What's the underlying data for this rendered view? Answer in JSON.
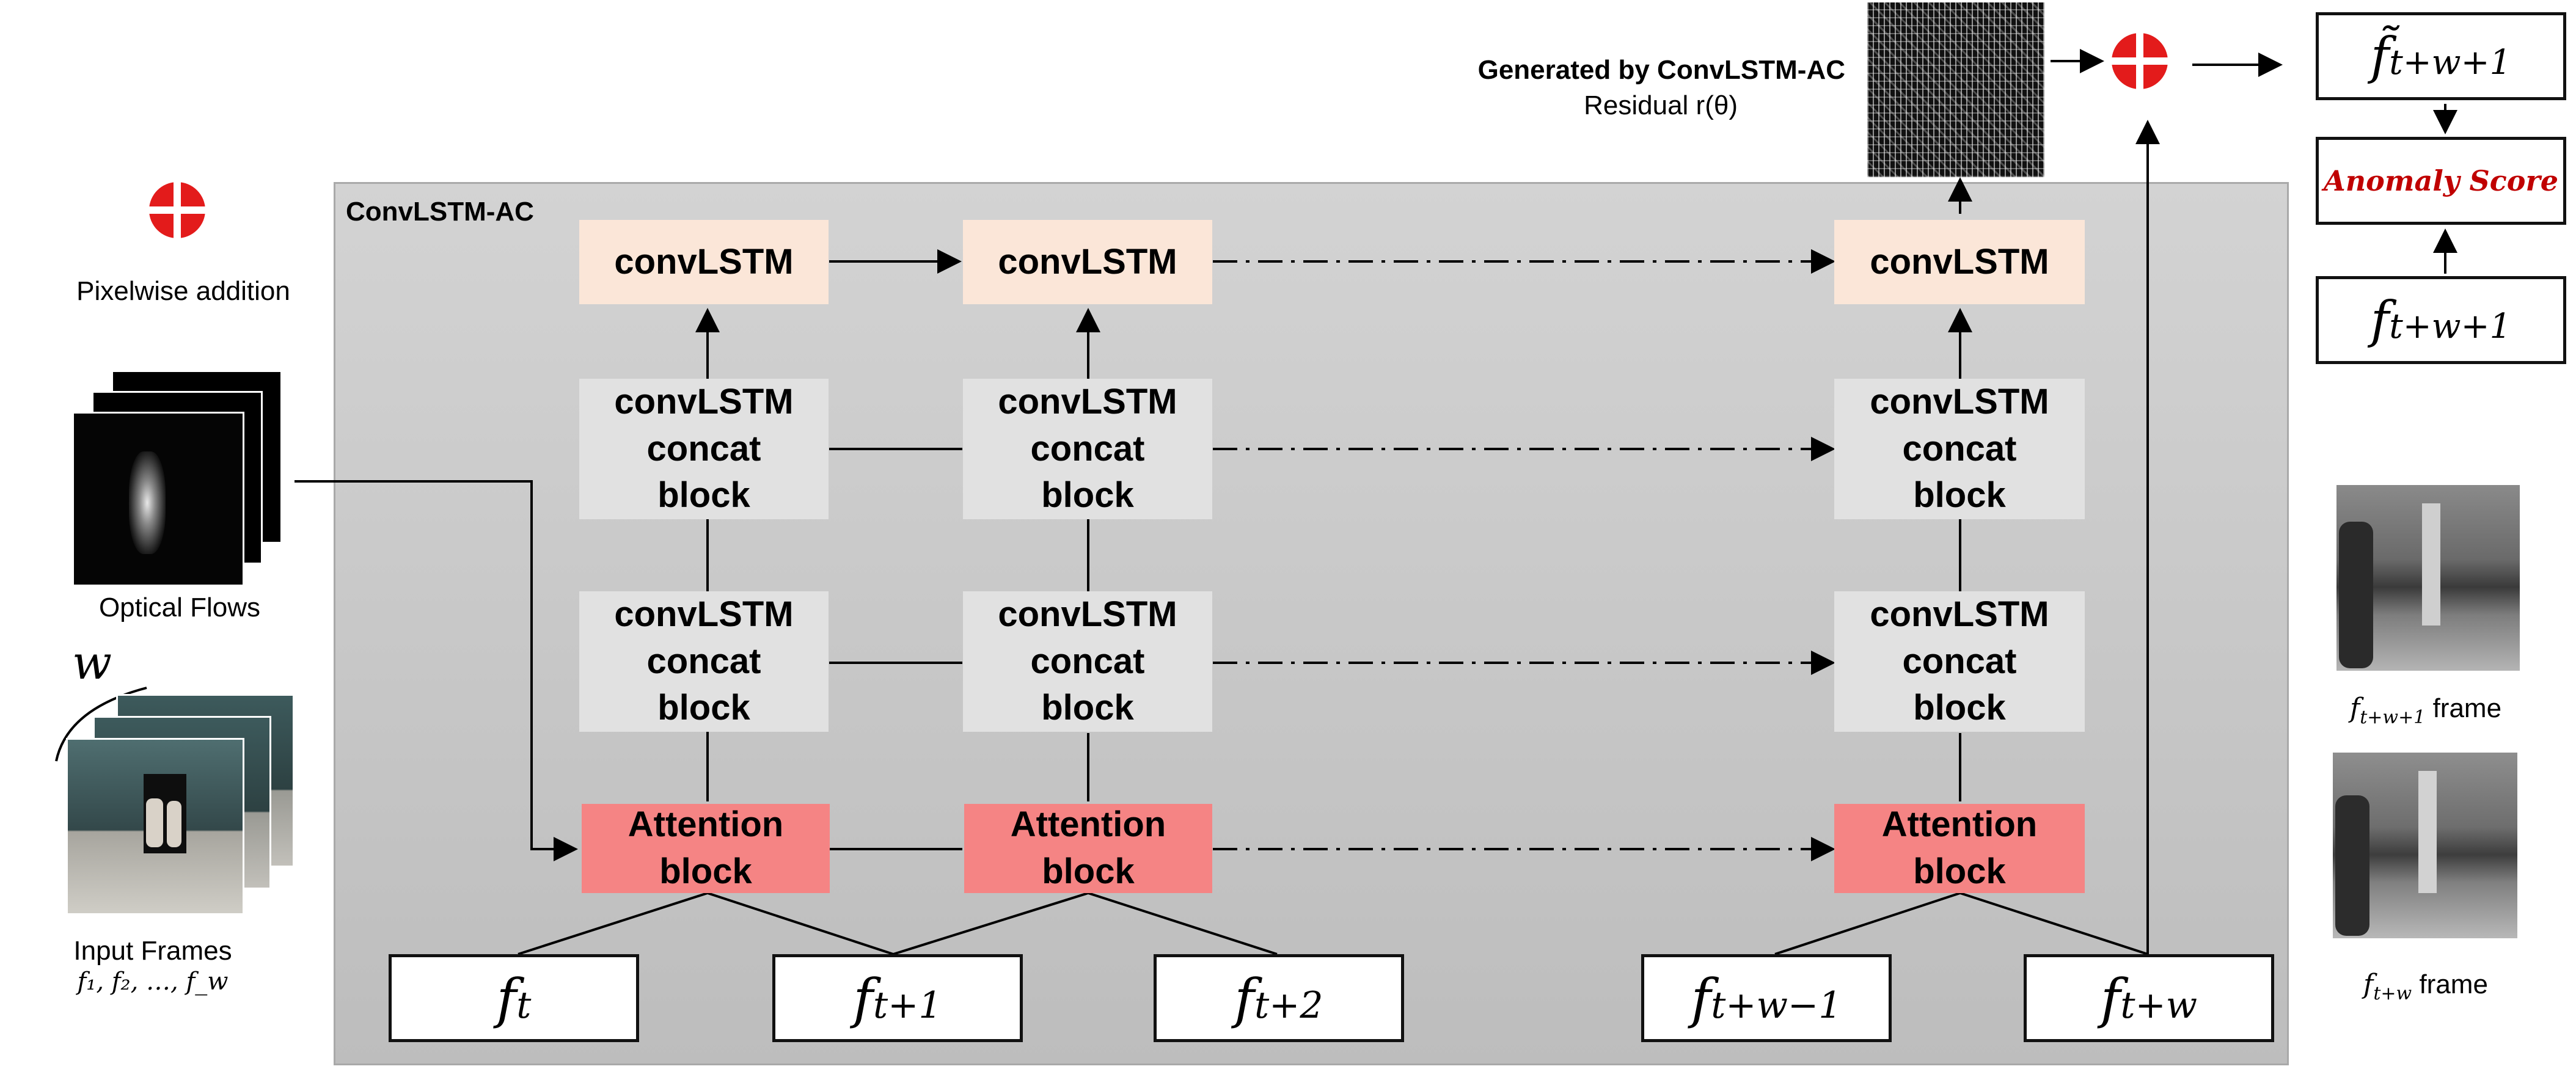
{
  "diagram": {
    "panel_title": "ConvLSTM-AC",
    "legend": {
      "icon": "pixelwise-addition-icon",
      "label": "Pixelwise addition"
    },
    "optical_flows_label": "Optical Flows",
    "input_frames_label": "Input Frames",
    "input_frames_seq": "f₁, f₂, …, f_w",
    "window_label": "w",
    "residual_title": "Generated by ConvLSTM-AC",
    "residual_subtitle": "Residual r(θ)",
    "columns": [
      {
        "lstm": "convLSTM",
        "concat1": [
          "convLSTM",
          "concat",
          "block"
        ],
        "concat2": [
          "convLSTM",
          "concat",
          "block"
        ],
        "attention": [
          "Attention",
          "block"
        ]
      },
      {
        "lstm": "convLSTM",
        "concat1": [
          "convLSTM",
          "concat",
          "block"
        ],
        "concat2": [
          "convLSTM",
          "concat",
          "block"
        ],
        "attention": [
          "Attention",
          "block"
        ]
      },
      {
        "lstm": "convLSTM",
        "concat1": [
          "convLSTM",
          "concat",
          "block"
        ],
        "concat2": [
          "convLSTM",
          "concat",
          "block"
        ],
        "attention": [
          "Attention",
          "block"
        ]
      }
    ],
    "inputs": [
      {
        "base": "f",
        "sub": "t"
      },
      {
        "base": "f",
        "sub": "t+1"
      },
      {
        "base": "f",
        "sub": "t+2"
      },
      {
        "base": "f",
        "sub": "t+w−1"
      },
      {
        "base": "f",
        "sub": "t+w"
      }
    ],
    "right": {
      "predicted": {
        "base": "f̃",
        "sub": "t+w+1"
      },
      "score": "Anomaly Score",
      "actual": {
        "base": "f",
        "sub": "t+w+1"
      },
      "frame1_caption": {
        "math": "f",
        "sub": "t+w+1",
        "text": "frame"
      },
      "frame2_caption": {
        "math": "f",
        "sub": "t+w",
        "text": "frame"
      }
    },
    "colors": {
      "lstm": "#fbe6d8",
      "concat": "#e1e1e1",
      "attention": "#f58484",
      "panel": "#c8c8c8",
      "addition": "#e31b1b",
      "score_text": "#c00000"
    }
  }
}
